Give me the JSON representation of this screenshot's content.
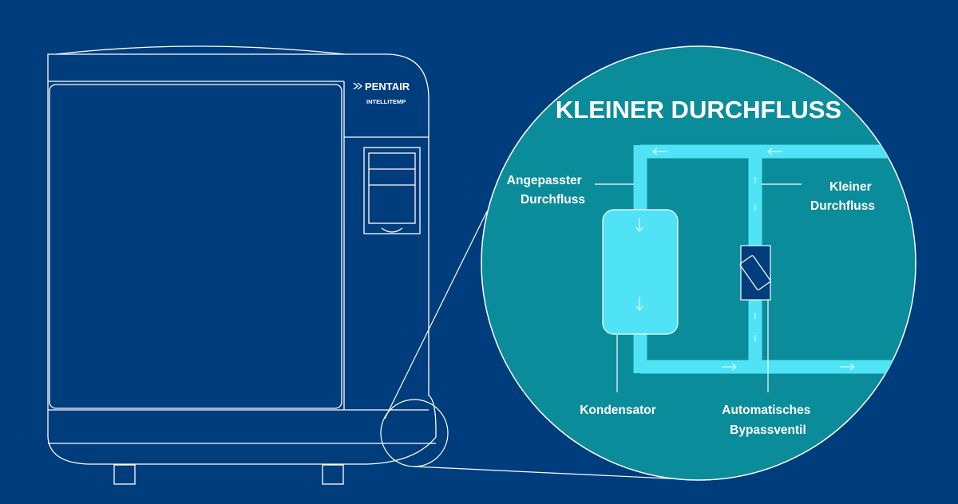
{
  "brand": {
    "name": "PENTAIR",
    "product": "INTELLITEMP",
    "logo_icon": "pentair-chevron-logo-icon"
  },
  "detail": {
    "title": "KLEINER DURCHFLUSS",
    "labels": {
      "adjusted_flow": [
        "Angepasster",
        "Durchfluss"
      ],
      "small_flow": [
        "Kleiner",
        "Durchfluss"
      ],
      "condenser": "Kondensator",
      "bypass_valve": [
        "Automatisches",
        "Bypassventil"
      ]
    }
  },
  "colors": {
    "background": "#003d7c",
    "outline": "#ffffff",
    "magnifier_fill": "#0b8c9b",
    "pipe": "#4fe3f5",
    "valve_box": "#003d7c"
  }
}
